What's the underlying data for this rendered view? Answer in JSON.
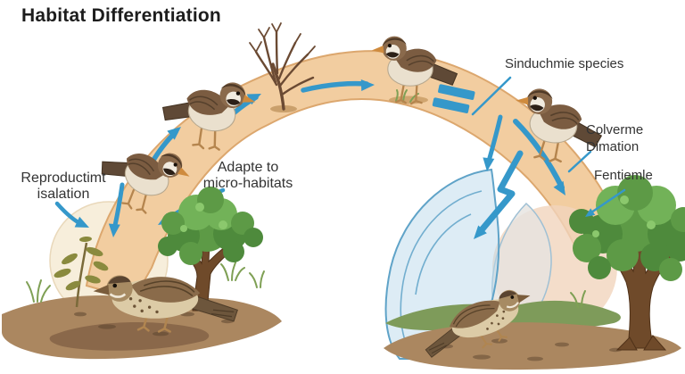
{
  "title": "Habitat Differentiation",
  "labels": {
    "reproductive_isolation": {
      "line1": "Reproductimt",
      "line2": "isalation"
    },
    "adapt": {
      "line1": "Adapte to",
      "line2": "micro-habitats"
    },
    "species": "Sinduchmie species",
    "colverme": {
      "line1": "Colverme",
      "line2": "Dimation"
    },
    "fentiemle": "Fentiemle"
  },
  "colors": {
    "arrow_blue": "#3598ca",
    "arc_fill": "#f2cda0",
    "arc_edge": "#dca76e",
    "leaf_fill": "#bcd9ec",
    "leaf_stroke": "#5fa3c8",
    "halo_left": "#f7eedb",
    "halo_right": "#f1d4bd",
    "soil": "#ab8760",
    "soil_dark": "#8a684a",
    "grass": "#7e9b5a",
    "foliage": "#5d9a46",
    "trunk": "#6f4a2a",
    "text": "#333333",
    "title_color": "#1d1d1d"
  }
}
